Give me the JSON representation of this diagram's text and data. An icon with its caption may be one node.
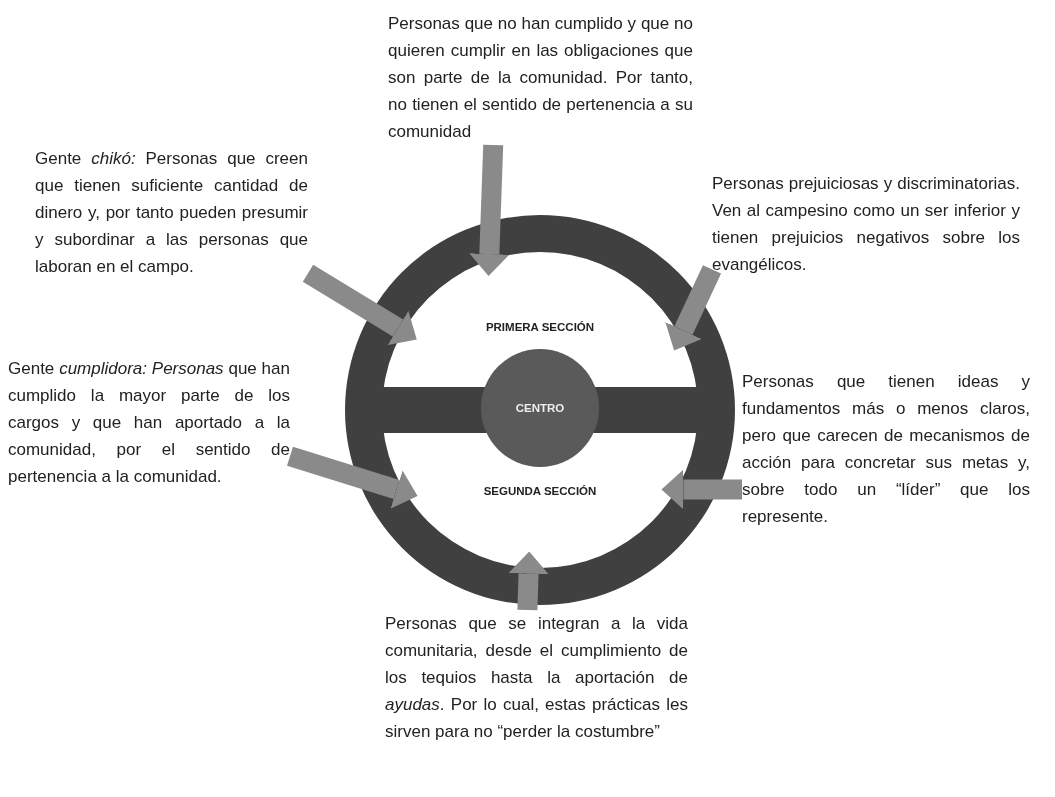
{
  "diagram": {
    "nodes": [
      {
        "text": [
          "Personas que no han cumplido y que no quieren cumplir en las obligaciones que son parte de la comunidad. Por tanto, no tienen el sentido de pertenencia a su comunidad"
        ]
      },
      {
        "text": [
          "Gente *chikó:* Personas que creen que tienen suficiente cantidad de dinero y, por tanto pueden presumir y subordinar a las personas que laboran en el campo."
        ]
      },
      {
        "text": [
          "Personas prejuiciosas y discriminatorias. Ven al campesino como un ser inferior y tienen prejuicios negativos sobre los evangélicos."
        ]
      },
      {
        "text": [],
        "shape": "circle"
      },
      {
        "text": [
          "PRIMERA SECCIÓN"
        ],
        "in": 3
      },
      {
        "text": [
          "CENTRO"
        ],
        "in": 3
      },
      {
        "text": [
          "SEGUNDA SECCIÓN"
        ],
        "in": 3
      },
      {
        "text": [
          "Gente *cumplidora: Personas* que han cumplido la mayor parte de los cargos y que han aportado a la comunidad, por el sentido de pertenencia a la comunidad."
        ]
      },
      {
        "text": [
          "Personas que tienen ideas y fundamentos más o menos claros, pero que carecen de mecanismos de acción para concretar sus metas y, sobre todo un “líder” que los represente."
        ]
      },
      {
        "text": [
          "Personas que se integran a la vida comunitaria, desde el cumplimiento de los tequios hasta la aportación de *ayudas*. Por lo cual, estas prácticas les sirven para no “perder la costumbre”"
        ]
      }
    ],
    "edges": [
      {
        "from": 0,
        "to": 4,
        "arrow": "to"
      },
      {
        "from": 1,
        "to": 4,
        "arrow": "to"
      },
      {
        "from": 2,
        "to": 4,
        "arrow": "to"
      },
      {
        "from": 7,
        "to": 6,
        "arrow": "to"
      },
      {
        "from": 8,
        "to": 6,
        "arrow": "to"
      },
      {
        "from": 9,
        "to": 6,
        "arrow": "to"
      }
    ]
  }
}
